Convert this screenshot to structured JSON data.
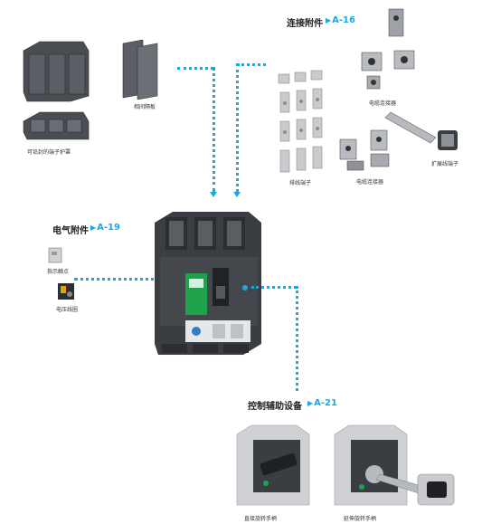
{
  "sections": {
    "connection": {
      "title": "连接附件",
      "ref": "A-16"
    },
    "electrical": {
      "title": "电气附件",
      "ref": "A-19"
    },
    "control": {
      "title": "控制辅助设备",
      "ref": "A-21"
    }
  },
  "labels": {
    "sealable_cover": "可铅封的端子护罩",
    "phase_barrier": "相间隔板",
    "busbar_terminal": "排线端子",
    "cable_connector_top": "电缆连接器",
    "cable_connector_bottom": "电缆连接器",
    "extended_terminal": "扩展线端子",
    "indicator_contact": "指示触点",
    "voltage_coil": "电压线圈",
    "direct_rotary_handle": "直接旋转手柄",
    "extended_rotary_handle": "延伸旋转手柄"
  },
  "colors": {
    "accent": "#19a9e1",
    "device_body": "#3a3d42",
    "trip_unit": "#1fa34a"
  },
  "icons": [
    "breaker-device",
    "terminal-cover",
    "phase-barrier",
    "busbar",
    "connector",
    "handle"
  ]
}
